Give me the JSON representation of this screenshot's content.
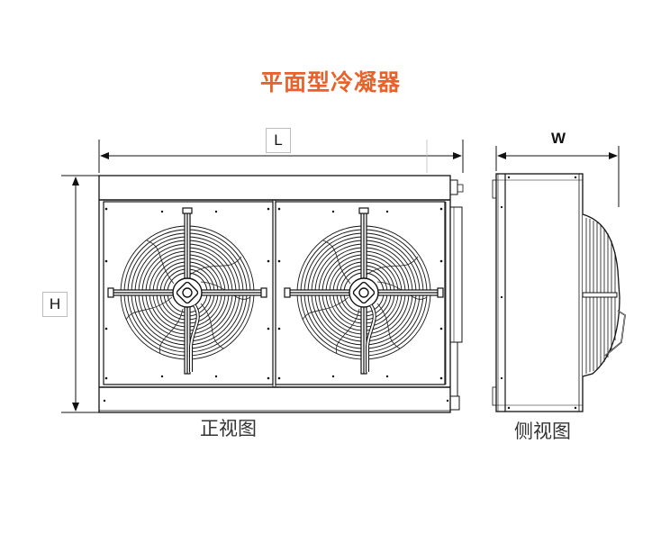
{
  "title": "平面型冷凝器",
  "views": {
    "front": {
      "caption": "正视图"
    },
    "side": {
      "caption": "侧视图"
    }
  },
  "dimensions": {
    "length": "L",
    "height": "H",
    "width": "W"
  },
  "colors": {
    "title": "#e8622b",
    "line": "#111111",
    "caption": "#333333"
  }
}
